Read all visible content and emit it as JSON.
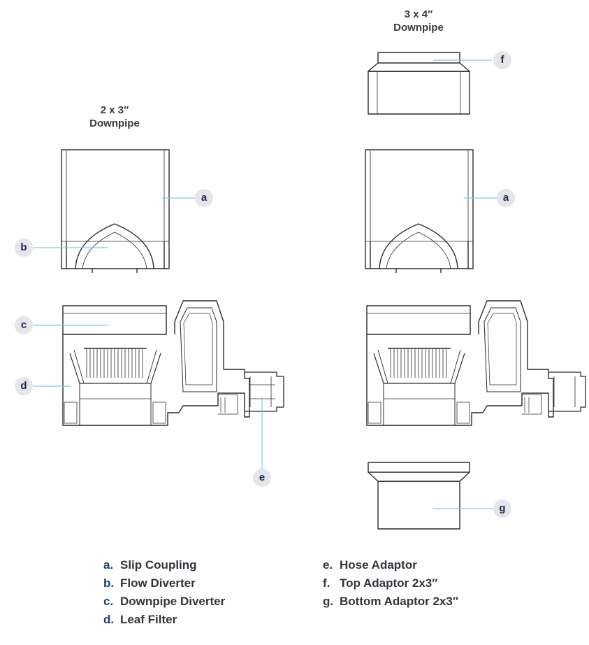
{
  "captions": {
    "left": [
      "2 x 3″",
      "Downpipe"
    ],
    "right": [
      "3 x 4″",
      "Downpipe"
    ]
  },
  "tags": {
    "a1": "a",
    "a2": "a",
    "b": "b",
    "c": "c",
    "d": "d",
    "e": "e",
    "f": "f",
    "g": "g"
  },
  "legend": {
    "col1": [
      {
        "letter": "a.",
        "label": "Slip Coupling"
      },
      {
        "letter": "b.",
        "label": "Flow Diverter"
      },
      {
        "letter": "c.",
        "label": "Downpipe Diverter"
      },
      {
        "letter": "d.",
        "label": "Leaf Filter"
      }
    ],
    "col2": [
      {
        "letter": "e.",
        "label": "Hose Adaptor"
      },
      {
        "letter": "f.",
        "label": "Top Adaptor 2x3″"
      },
      {
        "letter": "g.",
        "label": "Bottom Adaptor 2x3″"
      }
    ]
  },
  "colors": {
    "outline": "#2b2b2b",
    "leader": "#7fc8e6",
    "tag_bg": "#e4e6ea",
    "tag_text": "#1d2a4a",
    "legend_letter": "#1d3a6e"
  }
}
